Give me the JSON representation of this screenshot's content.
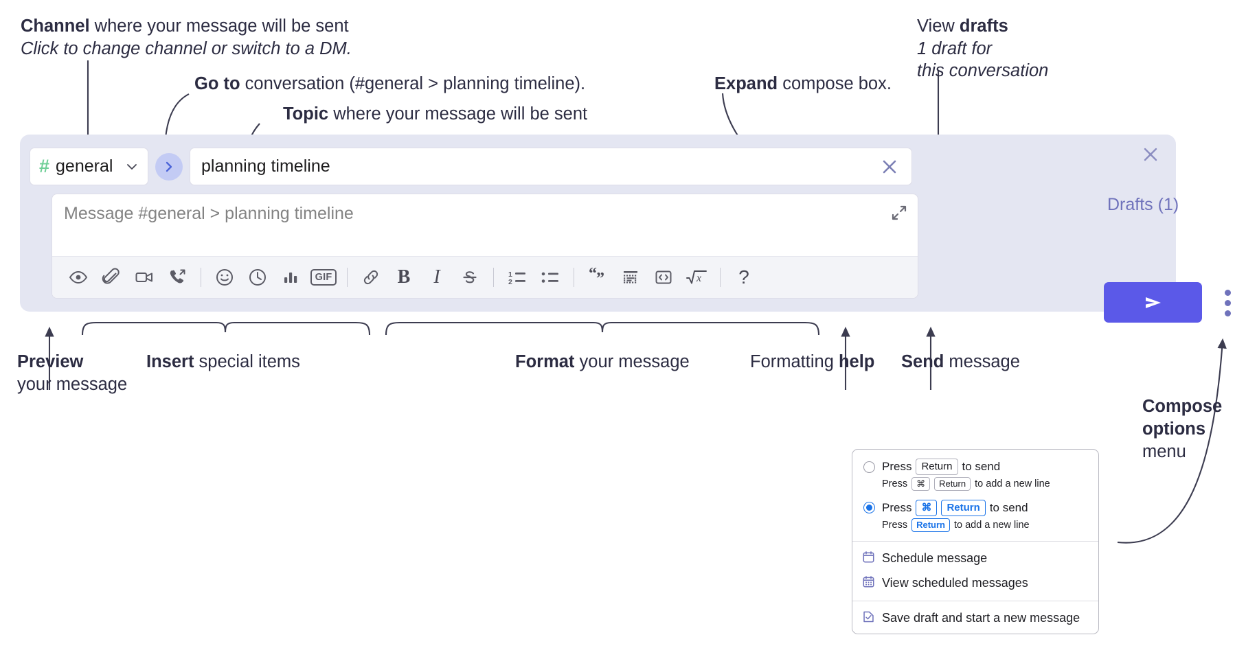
{
  "annotations": {
    "channel": {
      "line1_bold": "Channel",
      "line1_rest": " where your message will be sent",
      "line2_italic": "Click to change channel or switch to a DM."
    },
    "goto": {
      "bold": "Go to",
      "rest": " conversation (#general > planning timeline)."
    },
    "topic": {
      "bold": "Topic",
      "rest": " where your message will be sent"
    },
    "expand": {
      "bold": "Expand",
      "rest": " compose box."
    },
    "drafts": {
      "line1_plain": "View ",
      "line1_bold": "drafts",
      "line2_italic": "1 draft for",
      "line3_italic": "this conversation"
    },
    "preview": {
      "bold": "Preview",
      "rest": "your message"
    },
    "insert": {
      "bold": "Insert",
      "rest": " special items"
    },
    "format": {
      "bold": "Format",
      "rest": " your message"
    },
    "help": {
      "plain": "Formatting ",
      "bold": "help"
    },
    "send": {
      "bold": "Send",
      "rest": " message"
    },
    "compose_options": {
      "line1_bold": "Compose",
      "line2_bold": "options",
      "line3_plain": "menu"
    }
  },
  "compose": {
    "channel": {
      "hash": "#",
      "name": "general",
      "caret_icon": "chevron-down-icon"
    },
    "goto_icon": "chevron-right-icon",
    "topic": {
      "value": "planning timeline",
      "clear_icon": "close-icon"
    },
    "message": {
      "placeholder": "Message #general > planning timeline",
      "value": ""
    },
    "expand_icon": "expand-icon",
    "panel_close_icon": "close-icon",
    "drafts_label": "Drafts (1)",
    "send_icon": "send-paper-plane-icon",
    "compose_options_icon": "vertical-dots-icon",
    "toolbar": [
      {
        "name": "preview-icon",
        "label": "Preview",
        "type": "icon"
      },
      {
        "name": "attachment-paperclip-icon",
        "label": "Attach file",
        "type": "icon"
      },
      {
        "name": "video-camera-icon",
        "label": "Video clip",
        "type": "icon"
      },
      {
        "name": "audio-call-icon",
        "label": "Audio clip",
        "type": "icon"
      },
      {
        "name": "separator",
        "type": "sep"
      },
      {
        "name": "emoji-smiley-icon",
        "label": "Emoji",
        "type": "icon"
      },
      {
        "name": "clock-icon",
        "label": "Reminder",
        "type": "icon"
      },
      {
        "name": "poll-bar-chart-icon",
        "label": "Poll",
        "type": "icon"
      },
      {
        "name": "gif-icon",
        "label": "GIF",
        "type": "gif",
        "text": "GIF"
      },
      {
        "name": "separator",
        "type": "sep"
      },
      {
        "name": "link-icon",
        "label": "Link",
        "type": "icon"
      },
      {
        "name": "bold-icon",
        "label": "Bold",
        "type": "text",
        "text": "B"
      },
      {
        "name": "italic-icon",
        "label": "Italic",
        "type": "text",
        "text": "I"
      },
      {
        "name": "strikethrough-icon",
        "label": "Strikethrough",
        "type": "icon"
      },
      {
        "name": "separator",
        "type": "sep"
      },
      {
        "name": "ordered-list-icon",
        "label": "Ordered list",
        "type": "icon"
      },
      {
        "name": "bulleted-list-icon",
        "label": "Bulleted list",
        "type": "icon"
      },
      {
        "name": "separator",
        "type": "sep"
      },
      {
        "name": "blockquote-icon",
        "label": "Blockquote",
        "type": "icon"
      },
      {
        "name": "code-block-icon",
        "label": "Code block",
        "type": "icon"
      },
      {
        "name": "inline-code-icon",
        "label": "Code",
        "type": "icon"
      },
      {
        "name": "math-latex-icon",
        "label": "Math",
        "type": "icon"
      },
      {
        "name": "separator",
        "type": "sep"
      },
      {
        "name": "help-question-icon",
        "label": "Formatting help",
        "type": "help",
        "text": "?"
      }
    ]
  },
  "options_menu": {
    "send_options": [
      {
        "selected": false,
        "main_pre": "Press",
        "main_key": "Return",
        "main_post": "to send",
        "sub_pre": "Press",
        "sub_key1": "⌘",
        "sub_key2": "Return",
        "sub_post": "to add a new line"
      },
      {
        "selected": true,
        "main_pre": "Press",
        "main_key1": "⌘",
        "main_key2": "Return",
        "main_post": "to send",
        "sub_pre": "Press",
        "sub_key": "Return",
        "sub_post": "to add a new line"
      }
    ],
    "items": [
      {
        "icon": "calendar-schedule-icon",
        "label": "Schedule message"
      },
      {
        "icon": "calendar-grid-icon",
        "label": "View scheduled messages"
      },
      {
        "icon": "save-draft-icon",
        "label": "Save draft and start a new message"
      }
    ]
  },
  "colors": {
    "panel_bg": "#e4e6f2",
    "accent_send": "#5b59e8",
    "channel_hash_green": "#6fcf97",
    "goto_circle": "#c3cbf4",
    "drafts_text": "#6f72bb",
    "selected_blue": "#1a73e8"
  }
}
